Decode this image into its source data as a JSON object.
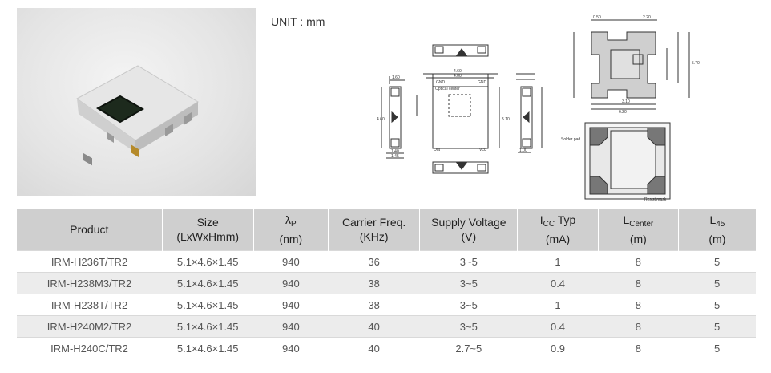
{
  "unit_label": "UNIT : mm",
  "drawing_labels": {
    "gnd_left": "GND",
    "gnd_right": "GND",
    "optical_center": "Optical center",
    "out": "Out",
    "vcc": "Vcc",
    "solder_pad": "Solder pad",
    "resist_mask": "Resist mask",
    "dim_top_w": "4.60",
    "dim_top_w2": "4.00",
    "dim_1_60": "1.60",
    "dim_1_45": "1.45",
    "dim_1_40": "1.40",
    "dim_5_10": "5.10",
    "dim_4_60": "4.60",
    "dim_1_00": "1.00",
    "dim_2_20": "2.20",
    "dim_0_50": "0.50",
    "dim_3_10": "3.10",
    "dim_6_20": "6.20",
    "dim_5_70": "5.70"
  },
  "table": {
    "headers": {
      "product": "Product",
      "size": "Size",
      "size_unit": "(LxWxHmm)",
      "lambda_sym": "λ",
      "lambda_sub": "P",
      "lambda_unit": "(nm)",
      "carrier": "Carrier Freq.",
      "carrier_unit": "(KHz)",
      "supply": "Supply Voltage",
      "supply_unit": "(V)",
      "icc_sym": "I",
      "icc_sub": "CC",
      "icc_rest": " Typ",
      "icc_unit": "(mA)",
      "lcenter_sym": "L",
      "lcenter_sub": "Center",
      "lcenter_unit": "(m)",
      "l45_sym": "L",
      "l45_sub": "45",
      "l45_unit": "(m)"
    },
    "rows": [
      {
        "product": "IRM-H236T/TR2",
        "size": "5.1×4.6×1.45",
        "lambda": "940",
        "carrier": "36",
        "supply": "3~5",
        "icc": "1",
        "lcenter": "8",
        "l45": "5"
      },
      {
        "product": "IRM-H238M3/TR2",
        "size": "5.1×4.6×1.45",
        "lambda": "940",
        "carrier": "38",
        "supply": "3~5",
        "icc": "0.4",
        "lcenter": "8",
        "l45": "5"
      },
      {
        "product": "IRM-H238T/TR2",
        "size": "5.1×4.6×1.45",
        "lambda": "940",
        "carrier": "38",
        "supply": "3~5",
        "icc": "1",
        "lcenter": "8",
        "l45": "5"
      },
      {
        "product": "IRM-H240M2/TR2",
        "size": "5.1×4.6×1.45",
        "lambda": "940",
        "carrier": "40",
        "supply": "3~5",
        "icc": "0.4",
        "lcenter": "8",
        "l45": "5"
      },
      {
        "product": "IRM-H240C/TR2",
        "size": "5.1×4.6×1.45",
        "lambda": "940",
        "carrier": "40",
        "supply": "2.7~5",
        "icc": "0.9",
        "lcenter": "8",
        "l45": "5"
      }
    ]
  }
}
